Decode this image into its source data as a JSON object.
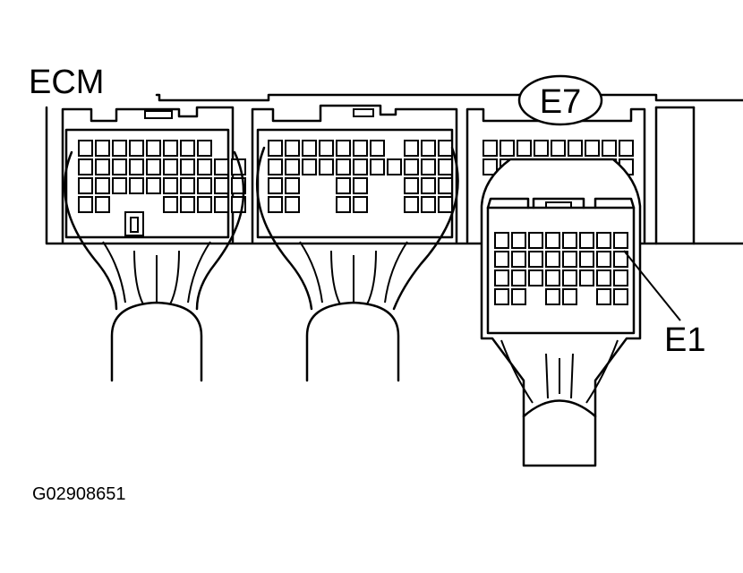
{
  "labels": {
    "ecm": "ECM",
    "connector": "E7",
    "terminal": "E1",
    "figure_id": "G02908651"
  },
  "colors": {
    "line": "#000000",
    "background": "#ffffff"
  }
}
